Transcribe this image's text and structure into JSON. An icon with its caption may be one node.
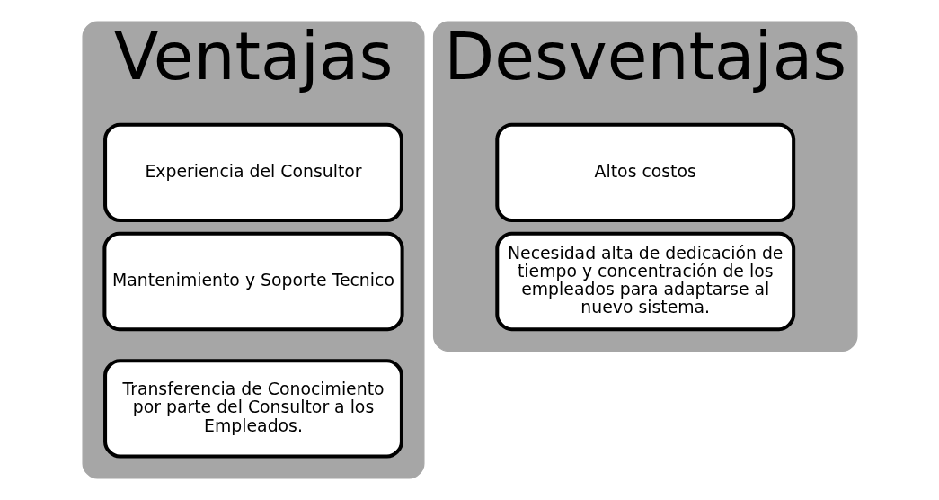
{
  "diagram": {
    "nodes": [
      {
        "text": [
          "Ventajas"
        ]
      },
      {
        "text": [
          "Experiencia del Consultor"
        ],
        "in": 0
      },
      {
        "text": [
          "Mantenimiento y Soporte Tecnico"
        ],
        "in": 0
      },
      {
        "text": [
          "Transferencia de Conocimiento por parte del Consultor a los Empleados."
        ],
        "in": 0
      },
      {
        "text": [
          "Desventajas"
        ]
      },
      {
        "text": [
          "Altos costos"
        ],
        "in": 4
      },
      {
        "text": [
          "Necesidad alta de dedicación de tiempo y concentración de los empleados para adaptarse al nuevo sistema."
        ],
        "in": 4
      }
    ]
  }
}
